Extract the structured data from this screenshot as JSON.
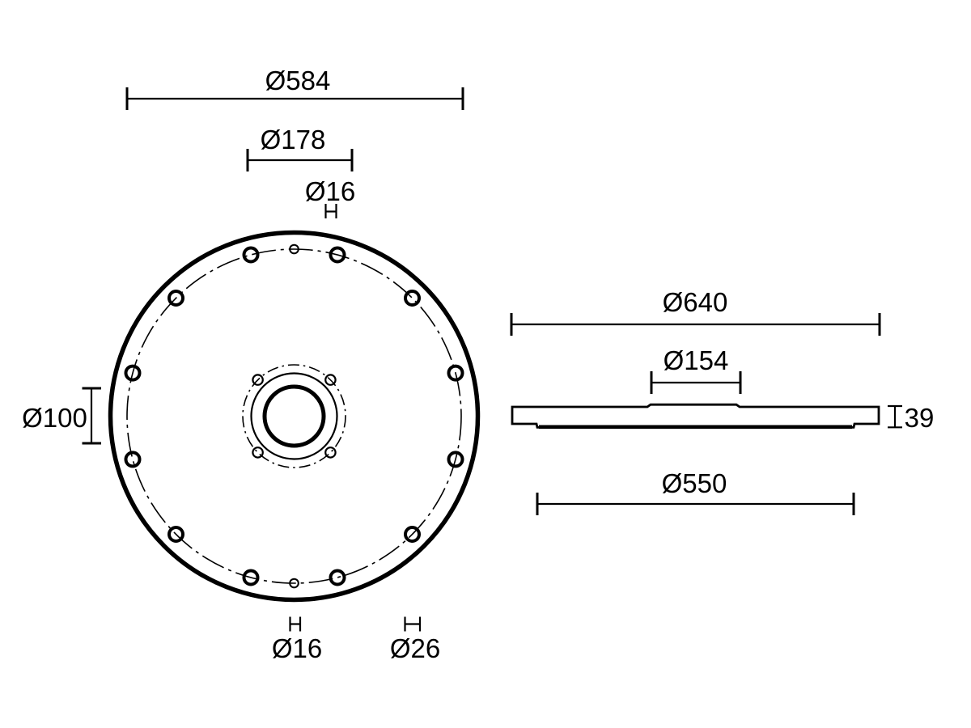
{
  "page": {
    "background_color": "#ffffff",
    "line_color": "#000000"
  },
  "drawing": {
    "kind": "technical-drawing",
    "part": "round flange plate, two orthographic views",
    "labels": {
      "dia584": "Ø584",
      "dia178": "Ø178",
      "dia16_top": "Ø16",
      "dia100": "Ø100",
      "dia16_bottom": "Ø16",
      "dia26": "Ø26",
      "dia640": "Ø640",
      "dia154": "Ø154",
      "thickness39": "39",
      "dia550": "Ø550"
    },
    "front_view": {
      "outer_diameter_label": "Ø640",
      "bolt_circle_diameter": "Ø584",
      "hub_bolt_circle_diameter": "Ø178",
      "center_bore_diameter": "Ø100",
      "large_rim_hole_diameter": "Ø26",
      "small_rim_hole_diameter": "Ø16",
      "hub_hole_diameter": "Ø16",
      "large_rim_hole_count": 12,
      "small_rim_hole_count": 2,
      "hub_hole_count": 4
    },
    "side_view": {
      "outer_diameter": "Ø640",
      "top_boss_diameter": "Ø154",
      "bottom_base_diameter": "Ø550",
      "overall_thickness": "39"
    }
  }
}
